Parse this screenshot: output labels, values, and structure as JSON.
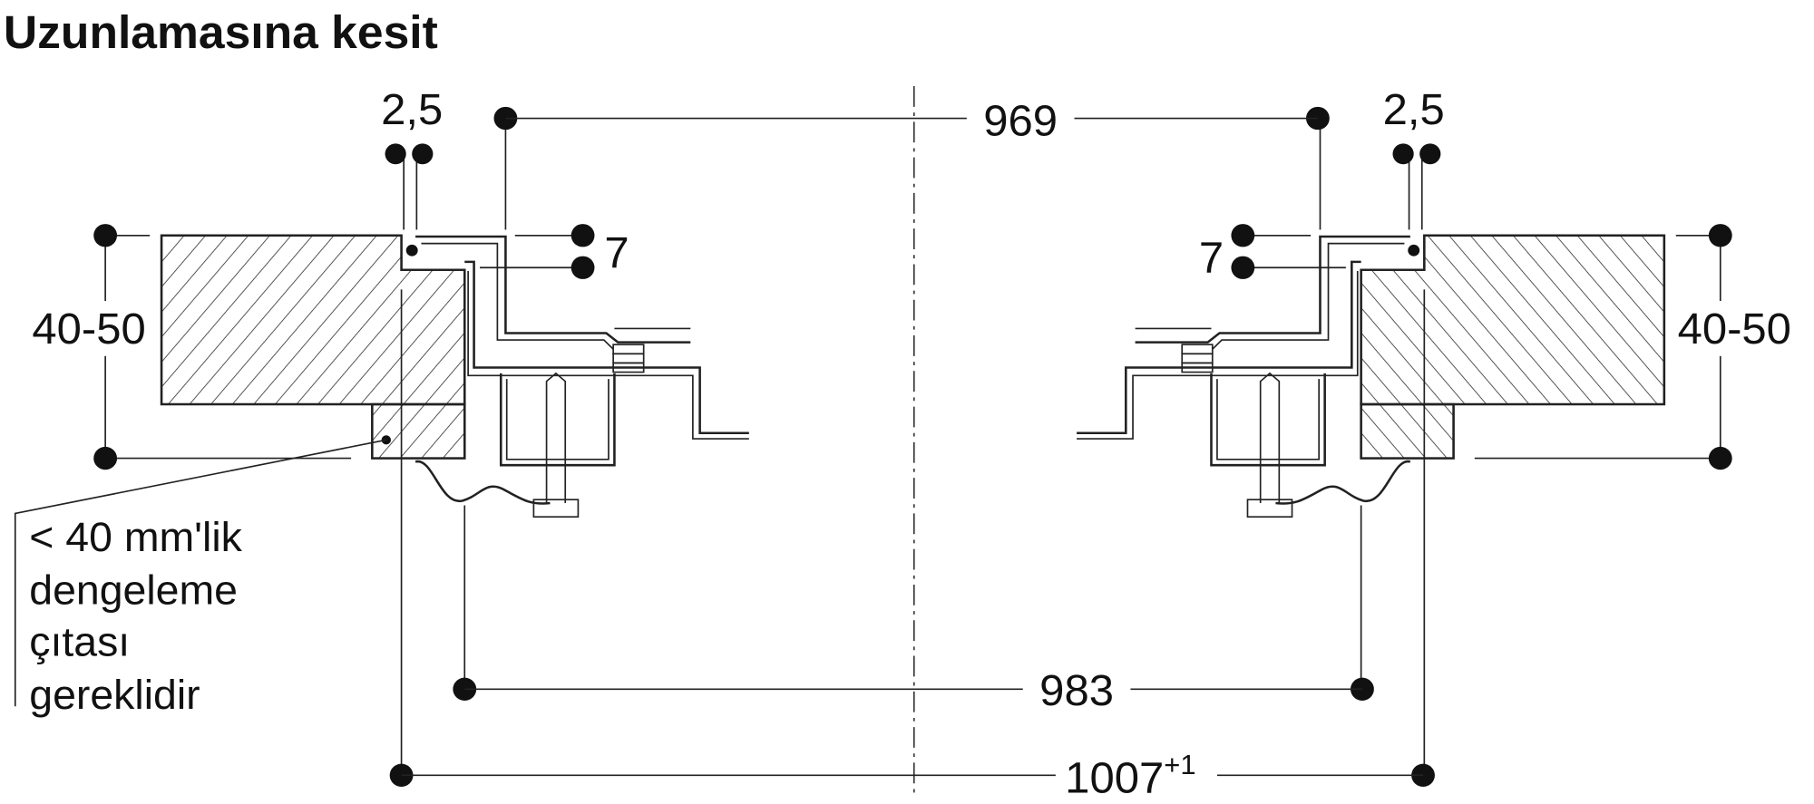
{
  "title": "Uzunlamasına kesit",
  "dimensions": {
    "inner_frame": "969",
    "gap_left": "2,5",
    "gap_right": "2,5",
    "rim_left": "7",
    "rim_right": "7",
    "thickness_left": "40-50",
    "thickness_right": "40-50",
    "cutout": "983",
    "overall": "1007",
    "overall_tolerance": "+1"
  },
  "note": {
    "lines": [
      "< 40 mm'lik",
      "dengeleme",
      "çıtası",
      "gereklidir"
    ]
  }
}
